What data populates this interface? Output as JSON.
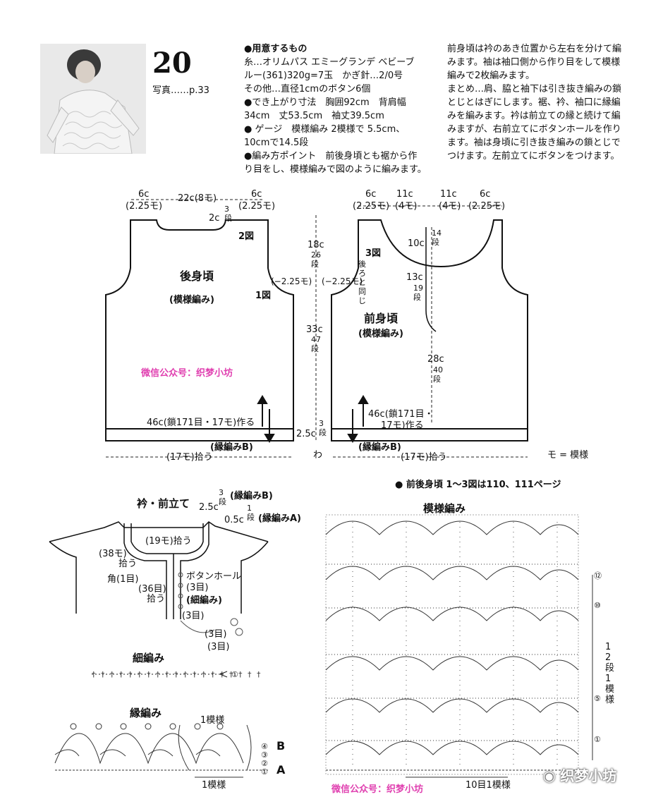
{
  "header": {
    "pattern_number": "20",
    "photo_ref": "写真……p.33"
  },
  "materials": {
    "lines": [
      "●用意するもの",
      "糸…オリムパス エミーグランデ ベビーブ",
      "ルー(361)320g=7玉　かぎ針…2/0号",
      "その他…直径1cmのボタン6個",
      "●でき上がり寸法　胸囲92cm　背肩幅",
      "34cm　丈53.5cm　袖丈39.5cm",
      "● ゲージ　模様編み 2模様で 5.5cm、",
      "10cmで14.5段",
      "●編み方ポイント　前後身頃とも裾から作",
      "り目をし、模様編みで図のように編みます。"
    ]
  },
  "instructions": {
    "lines": [
      "前身頃は衿のあき位置から左右を分けて編",
      "みます。袖は袖口側から作り目をして模様",
      "編みで2枚編みます。",
      "まとめ…肩、脇と袖下は引き抜き編みの鎖",
      "とじとはぎにします。裾、衿、袖口に縁編",
      "みを編みます。衿は前立ての縁と続けて編",
      "みますが、右前立てにボタンホールを作り",
      "ます。袖は身頃に引き抜き編みの鎖とじで",
      "つけます。左前立てにボタンをつけます。"
    ]
  },
  "back_diagram": {
    "top_left": "6c",
    "top_left_sub": "(2.25モ)",
    "top_center": "22c(8モ)",
    "top_right": "6c",
    "top_right_sub": "(2.25モ)",
    "neck_depth": "2c",
    "neck_rows": "3段",
    "fig2": "2図",
    "fig1": "1図",
    "title": "後身頃",
    "subtitle": "(模様編み)",
    "armhole": "(−2.25モ)",
    "cast_on": "46c(鎖171目・17モ)作る",
    "edging": "(縁編みB)",
    "pickup": "(17モ)拾う"
  },
  "side_measure": {
    "armhole_h": "18c",
    "armhole_rows": "26段",
    "body_h": "33c",
    "body_rows": "47段",
    "hem_h": "2.5c",
    "hem_rows": "3段",
    "ring": "わ"
  },
  "front_diagram": {
    "t1": "6c",
    "t1s": "(2.25モ)",
    "t2": "11c",
    "t2s": "(4モ)",
    "t3": "11c",
    "t3s": "(4モ)",
    "t4": "6c",
    "t4s": "(2.25モ)",
    "neck_w": "10c",
    "neck_rows": "14段",
    "fig3": "3図",
    "same_as_back": "後ろと同じ",
    "armhole": "(−2.25モ)",
    "m13": "13c",
    "m13r": "19段",
    "m28": "28c",
    "m28r": "40段",
    "title": "前身頃",
    "subtitle": "(模様編み)",
    "cast_on_1": "46c(鎖171目・",
    "cast_on_2": "17モ)作る",
    "edging": "(縁編みB)",
    "pickup": "(17モ)拾う",
    "legend": "モ = 模様"
  },
  "page_ref": "● 前後身頃 1～3図は110、111ページ",
  "collar": {
    "title": "衿・前立て",
    "r1": "3段",
    "r1l": "(縁編みB)",
    "r2": "2.5c",
    "r3": "1段",
    "r3l": "(縁編みA)",
    "r4": "0.5c",
    "pick19": "(19モ)拾う",
    "pick38": "(38モ)",
    "pick38b": "拾う",
    "corner": "角(1目)",
    "pick36": "(36目)",
    "pick36b": "拾う",
    "buttonhole": "ボタンホール",
    "bh3": "(3目)",
    "hosoami": "(細編み)",
    "b3a": "(3目)",
    "b3b": "(3目)",
    "b3c": "(3目)"
  },
  "sc_chart": {
    "title": "細編み",
    "row": "①"
  },
  "edge_chart": {
    "title": "縁編み",
    "repeat_top": "1模様",
    "repeat_bottom": "1模様",
    "rows": [
      "④",
      "③",
      "②",
      "①"
    ],
    "label_b": "B",
    "label_a": "A"
  },
  "pattern_chart": {
    "title": "模様編み",
    "rows": [
      "⑫",
      "⑩",
      "⑤",
      "①"
    ],
    "repeat_rows": "12段1模様",
    "repeat_stitches": "10目1模様"
  },
  "watermarks": {
    "w1": "微信公众号：织梦小坊",
    "w2": "微信公众号：织梦小坊",
    "logo": "织梦小坊"
  }
}
